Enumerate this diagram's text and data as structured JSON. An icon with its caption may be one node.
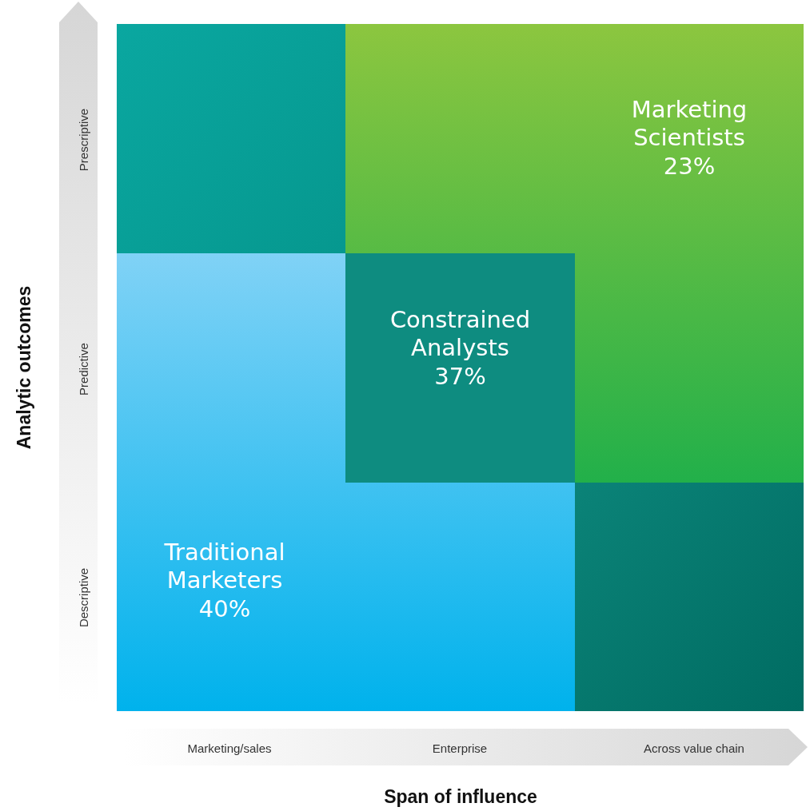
{
  "diagram": {
    "nodes": [
      {
        "text": [],
        "shape": "box"
      },
      {
        "text": [
          "Marketing Scientists",
          "23%"
        ]
      },
      {
        "text": [
          "Constrained Analysts",
          "37%"
        ]
      },
      {
        "text": [
          "Traditional Marketers",
          "40%"
        ]
      },
      {
        "text": [],
        "shape": "box"
      }
    ],
    "labels": [
      "Prescriptive",
      "Predictive",
      "Descriptive",
      "Analytic outcomes",
      "Marketing/sales",
      "Enterprise",
      "Across value chain",
      "Span of influence"
    ]
  }
}
